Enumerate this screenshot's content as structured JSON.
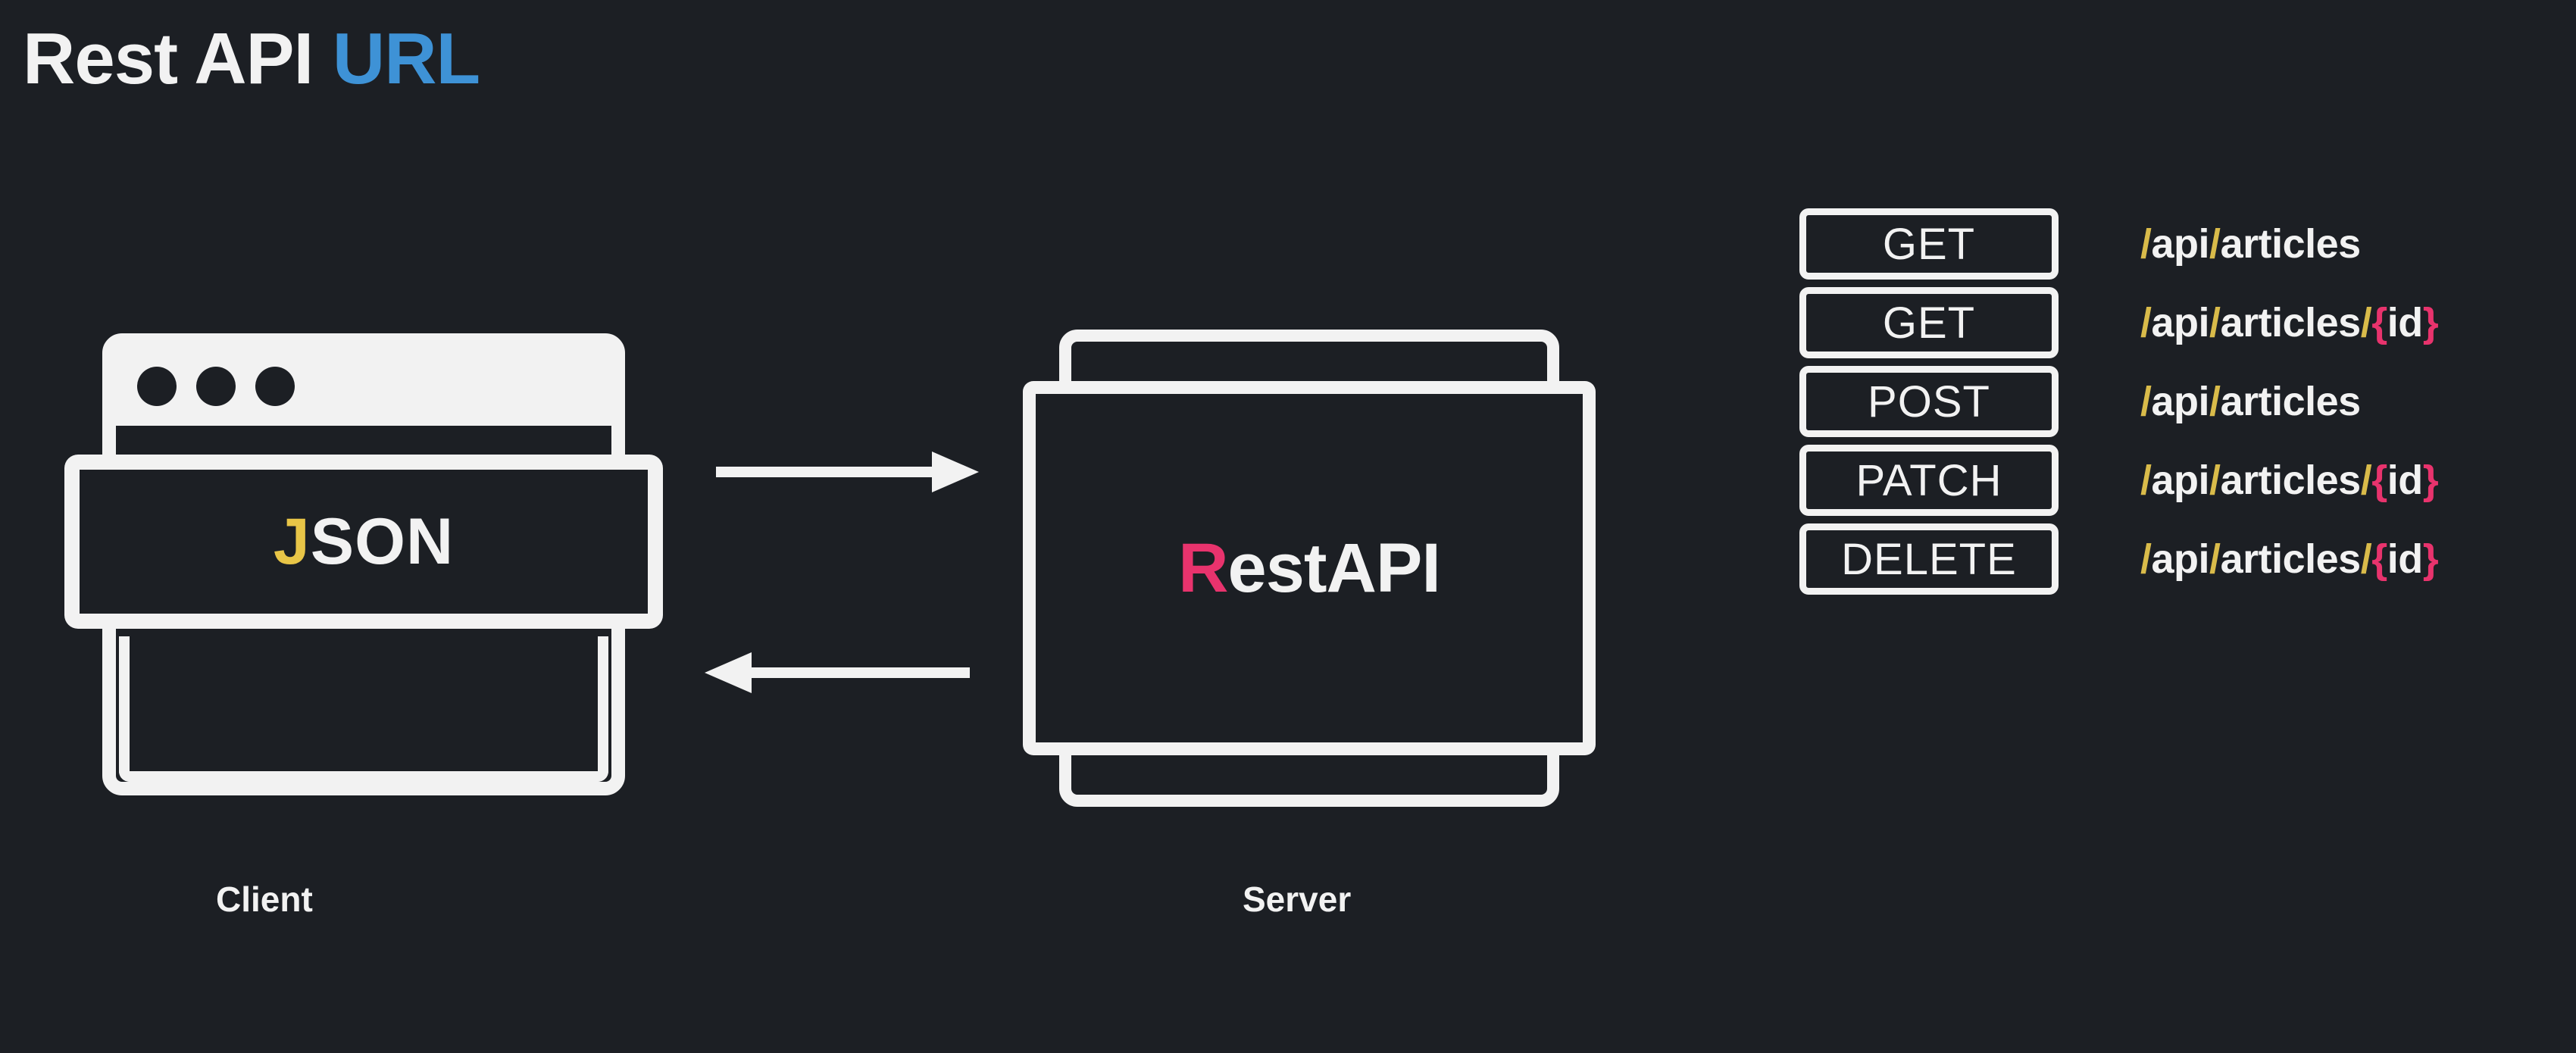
{
  "title": {
    "main": "Rest API ",
    "accent": "URL"
  },
  "colors": {
    "background": "#1c1f24",
    "foreground": "#f2f2f2",
    "title_accent_blue": "#3e92d6",
    "json_accent_yellow": "#e8c547",
    "restapi_accent_pink": "#e8336d",
    "path_slash_gold": "#d9bb4a",
    "path_brace_pink": "#e8336d"
  },
  "client": {
    "caption": "Client",
    "payload_accent": "J",
    "payload_rest": "SON",
    "dots": [
      "dot-1",
      "dot-2",
      "dot-3"
    ]
  },
  "server": {
    "caption": "Server",
    "label_accent": "R",
    "label_rest": "estAPI"
  },
  "arrows": [
    {
      "name": "request-arrow",
      "direction": "right"
    },
    {
      "name": "response-arrow",
      "direction": "left"
    }
  ],
  "endpoints": [
    {
      "method": "GET",
      "path": "/api/articles",
      "parts": [
        {
          "t": "/",
          "k": "sl"
        },
        {
          "t": "api",
          "k": "seg"
        },
        {
          "t": "/",
          "k": "sl"
        },
        {
          "t": "articles",
          "k": "seg"
        }
      ]
    },
    {
      "method": "GET",
      "path": "/api/articles/{id}",
      "parts": [
        {
          "t": "/",
          "k": "sl"
        },
        {
          "t": "api",
          "k": "seg"
        },
        {
          "t": "/",
          "k": "sl"
        },
        {
          "t": "articles",
          "k": "seg"
        },
        {
          "t": "/",
          "k": "sl"
        },
        {
          "t": "{",
          "k": "br"
        },
        {
          "t": "id",
          "k": "seg"
        },
        {
          "t": "}",
          "k": "br"
        }
      ]
    },
    {
      "method": "POST",
      "path": "/api/articles",
      "parts": [
        {
          "t": "/",
          "k": "sl"
        },
        {
          "t": "api",
          "k": "seg"
        },
        {
          "t": "/",
          "k": "sl"
        },
        {
          "t": "articles",
          "k": "seg"
        }
      ]
    },
    {
      "method": "PATCH",
      "path": "/api/articles/{id}",
      "parts": [
        {
          "t": "/",
          "k": "sl"
        },
        {
          "t": "api",
          "k": "seg"
        },
        {
          "t": "/",
          "k": "sl"
        },
        {
          "t": "articles",
          "k": "seg"
        },
        {
          "t": "/",
          "k": "sl"
        },
        {
          "t": "{",
          "k": "br"
        },
        {
          "t": "id",
          "k": "seg"
        },
        {
          "t": "}",
          "k": "br"
        }
      ]
    },
    {
      "method": "DELETE",
      "path": "/api/articles/{id}",
      "parts": [
        {
          "t": "/",
          "k": "sl"
        },
        {
          "t": "api",
          "k": "seg"
        },
        {
          "t": "/",
          "k": "sl"
        },
        {
          "t": "articles",
          "k": "seg"
        },
        {
          "t": "/",
          "k": "sl"
        },
        {
          "t": "{",
          "k": "br"
        },
        {
          "t": "id",
          "k": "seg"
        },
        {
          "t": "}",
          "k": "br"
        }
      ]
    }
  ]
}
